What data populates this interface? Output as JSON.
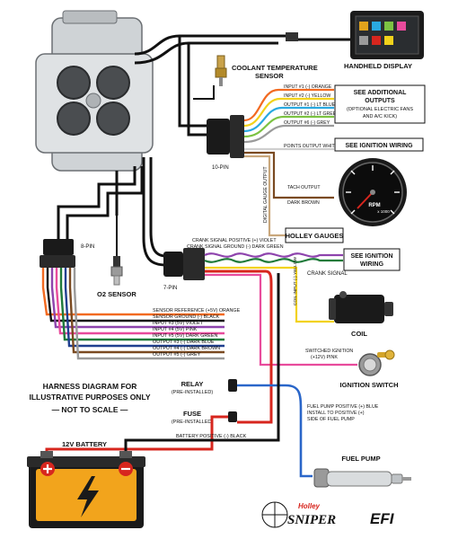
{
  "labels": {
    "coolant_temp_sensor_l1": "COOLANT TEMPERATURE",
    "coolant_temp_sensor_l2": "SENSOR",
    "handheld_display": "HANDHELD DISPLAY",
    "see_additional_outputs_l1": "SEE ADDITIONAL",
    "see_additional_outputs_l2": "OUTPUTS",
    "see_additional_outputs_l3": "(OPTIONAL ELECTRIC FANS",
    "see_additional_outputs_l4": "AND A/C KICK)",
    "see_ignition_wiring_top": "SEE IGNITION WIRING",
    "see_ignition_wiring_mid_l1": "SEE IGNITION",
    "see_ignition_wiring_mid_l2": "WIRING",
    "ten_pin": "10-PIN",
    "eight_pin": "8-PIN",
    "seven_pin": "7-PIN",
    "o2_sensor": "O2 SENSOR",
    "holley_gauges": "HOLLEY GAUGES",
    "coil": "COIL",
    "ignition_switch": "IGNITION SWITCH",
    "fuel_pump": "FUEL PUMP",
    "relay": "RELAY",
    "relay_sub": "(PRE-INSTALLED)",
    "fuse": "FUSE",
    "fuse_sub": "(PRE-INSTALLED)",
    "battery": "12V BATTERY",
    "harness_note_l1": "HARNESS DIAGRAM FOR",
    "harness_note_l2": "ILLUSTRATIVE PURPOSES ONLY",
    "harness_note_l3": "— NOT TO SCALE —",
    "rpm": "RPM",
    "rpm_x": "x 1000",
    "brand_holley": "Holley",
    "brand_sniper": "SNIPER",
    "brand_efi": "EFI"
  },
  "wires": {
    "input1": "INPUT #1 (-) ORANGE",
    "input2": "INPUT #2 (-) YELLOW",
    "output1": "OUTPUT #1 (-) LT BLUE",
    "output2": "OUTPUT #2 (-) LT GREEN",
    "output6": "OUTPUT #6 (-) GREY",
    "points_output": "POINTS OUTPUT WHITE",
    "tach_output": "TACH OUTPUT",
    "dark_brown": "DARK BROWN",
    "digital_gauge_output": "DIGITAL GAUGE OUTPUT",
    "crank_pos": "CRANK SIGNAL POSITIVE (+) VIOLET",
    "crank_gnd": "CRANK SIGNAL GROUND (-) DARK GREEN",
    "crank_signal": "CRANK SIGNAL",
    "coil_input": "COIL INPUT (-) YELLOW",
    "sensor_ref": "SENSOR REFERENCE (+5V) ORANGE",
    "sensor_gnd": "SENSOR GROUND (-) BLACK",
    "input3": "INPUT #3 (5V) VIOLET",
    "input4": "INPUT #4 (5V) PINK",
    "input5": "INPUT #5 (5V) DARK GREEN",
    "output3": "OUTPUT #3 (-) DARK BLUE",
    "output4": "OUTPUT #4 (-) DARK BROWN",
    "output5": "OUTPUT #5 (-) GREY",
    "switched_ign_l1": "SWITCHED IGNITION",
    "switched_ign_l2": "(+12V) PINK",
    "fuel_pump_pos_l1": "FUEL PUMP POSITIVE (+) BLUE",
    "fuel_pump_pos_l2": "INSTALL TO POSITIVE (+)",
    "fuel_pump_pos_l3": "SIDE OF FUEL PUMP",
    "battery_pos": "BATTERY POSITIVE (-) BLACK"
  },
  "colors": {
    "orange": "#f26a21",
    "yellow": "#f2d21b",
    "lt_blue": "#2aa9e0",
    "lt_green": "#7cc242",
    "grey": "#9a9a9a",
    "white": "#cfcfcf",
    "dark_brown": "#7a4a21",
    "violet": "#8e44ad",
    "dark_green": "#1f7a3a",
    "pink": "#e84b9c",
    "dark_blue": "#1f3f8f",
    "red": "#d7261e",
    "blue": "#2a66c9",
    "black": "#111111",
    "tan": "#c9a77c"
  }
}
